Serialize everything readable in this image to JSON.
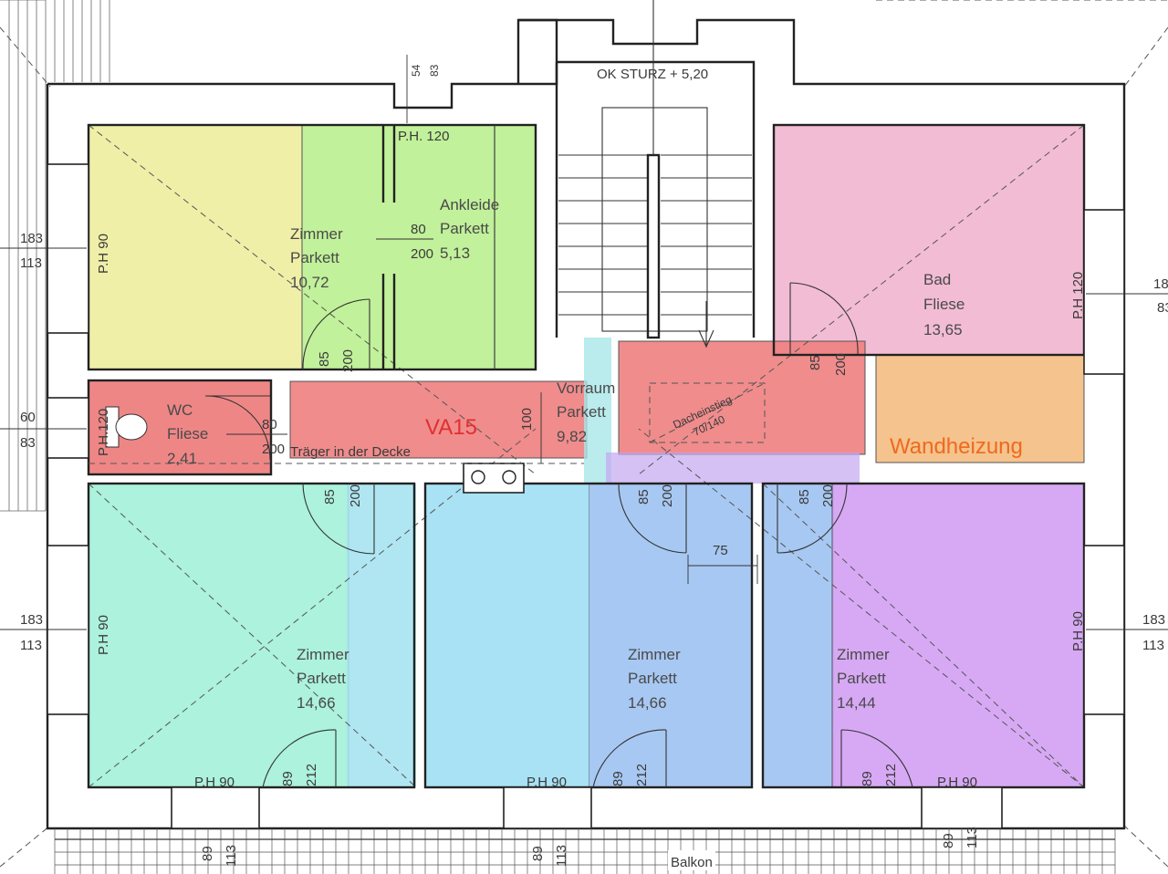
{
  "rooms": {
    "zimmer_nw": {
      "name": "Zimmer",
      "floor": "Parkett",
      "area": "10,72",
      "color": "#ecec99"
    },
    "ankleide": {
      "name": "Ankleide",
      "floor": "Parkett",
      "area": "5,13",
      "color": "#b6ee88"
    },
    "bad": {
      "name": "Bad",
      "floor": "Fliese",
      "area": "13,65",
      "color": "#f1b5cf"
    },
    "wc": {
      "name": "WC",
      "floor": "Fliese",
      "area": "2,41",
      "color": "#ee7f7f"
    },
    "vorraum": {
      "name": "Vorraum",
      "floor": "Parkett",
      "area": "9,82",
      "color": "#ee7f7f"
    },
    "zimmer_sw": {
      "name": "Zimmer",
      "floor": "Parkett",
      "area": "14,66",
      "color": "#9ef0d6"
    },
    "zimmer_s": {
      "name": "Zimmer",
      "floor": "Parkett",
      "area": "14,66",
      "color": "#9edff3"
    },
    "zimmer_se": {
      "name": "Zimmer",
      "floor": "Parkett",
      "area": "14,44",
      "color": "#d3a0f3"
    },
    "wandheizung": {
      "color": "#f4c088"
    }
  },
  "annotations": {
    "va15": "VA15",
    "wandheizung": "Wandheizung",
    "ok_sturz": "OK STURZ + 5,20",
    "traeger": "Träger in der Decke",
    "dacheinstieg": "Dacheinstieg",
    "dacheinstieg_size": "70/140",
    "balkon": "Balkon",
    "accent_red": "#e03030",
    "accent_orange": "#ee6a1e"
  },
  "dims": {
    "ph120_top": "P.H. 120",
    "ph90_nw": "P.H 90",
    "ph120_wc": "P.H.120",
    "ph120_bad": "P.H 120",
    "ph90_sw": "P.H 90",
    "ph90_se": "P.H 90",
    "ph90_b1": "P.H 90",
    "ph90_b2": "P.H 90",
    "ph90_b3": "P.H 90",
    "d54": "54",
    "d83_top": "83",
    "l_183_a": "183",
    "l_113_a": "113",
    "l_60": "60",
    "l_83": "83",
    "l_183_b": "183",
    "l_113_b": "113",
    "r_18": "18",
    "r_83": "83",
    "r_183": "183",
    "r_113": "113",
    "door_80_a": "80",
    "door_200_a": "200",
    "door_80_b": "80",
    "door_200_b": "200",
    "d85_a": "85",
    "d200_a": "200",
    "d85_b": "85",
    "d200_b": "200",
    "d85_c": "85",
    "d200_c": "200",
    "d85_d": "85",
    "d200_d": "200",
    "d85_e": "85",
    "d200_e": "200",
    "d100": "100",
    "d75": "75",
    "d89_a": "89",
    "d212_a": "212",
    "d89_b": "89",
    "d212_b": "212",
    "d89_c": "89",
    "d212_c": "212",
    "b89_a": "89",
    "b113_a": "113",
    "b89_b": "89",
    "b113_b": "113",
    "b89_c": "89",
    "b113_c": "113"
  }
}
